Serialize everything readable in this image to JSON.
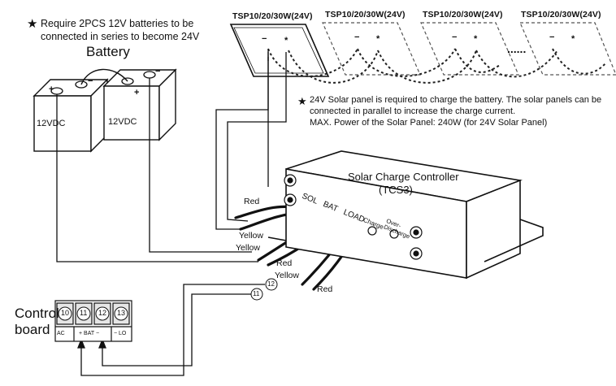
{
  "header": {
    "requirement_line1": "Require 2PCS 12V batteries to be",
    "requirement_line2": "connected in series to become 24V",
    "battery_title": "Battery"
  },
  "batteries": [
    {
      "label": "12VDC"
    },
    {
      "label": "12VDC"
    }
  ],
  "battery_terminals": {
    "plus": "+",
    "minus": "−"
  },
  "solar_panels": [
    {
      "label": "TSP10/20/30W(24V)",
      "style": "solid"
    },
    {
      "label": "TSP10/20/30W(24V)",
      "style": "dashed"
    },
    {
      "label": "TSP10/20/30W(24V)",
      "style": "dashed"
    },
    {
      "label": "TSP10/20/30W(24V)",
      "style": "dashed"
    }
  ],
  "panel_terminals": {
    "minus": "−",
    "plus": "*"
  },
  "ellipsis": "......",
  "solar_note": {
    "line1": "24V Solar panel is required to charge the battery. The solar panels can be",
    "line2": "connected in parallel to increase the charge current.",
    "line3": "MAX. Power of the Solar Panel: 240W (for 24V Solar Panel)"
  },
  "controller": {
    "title": "Solar Charge Controller",
    "model": "(TCS3)",
    "ports": [
      "SOL",
      "BAT",
      "LOAD"
    ],
    "indicators": [
      "Charge",
      "Over-Discharge"
    ]
  },
  "wire_labels": {
    "red": "Red",
    "yellow": "Yellow"
  },
  "connector_numbers": {
    "eleven": "11",
    "twelve": "12"
  },
  "control_board": {
    "title_line1": "Control",
    "title_line2": "board",
    "terminals": [
      "10",
      "11",
      "12",
      "13"
    ],
    "bottom_labels": [
      "AC",
      "+ BAT −",
      "− LO"
    ]
  },
  "colors": {
    "ink": "#111111",
    "dashed": "#555555"
  }
}
